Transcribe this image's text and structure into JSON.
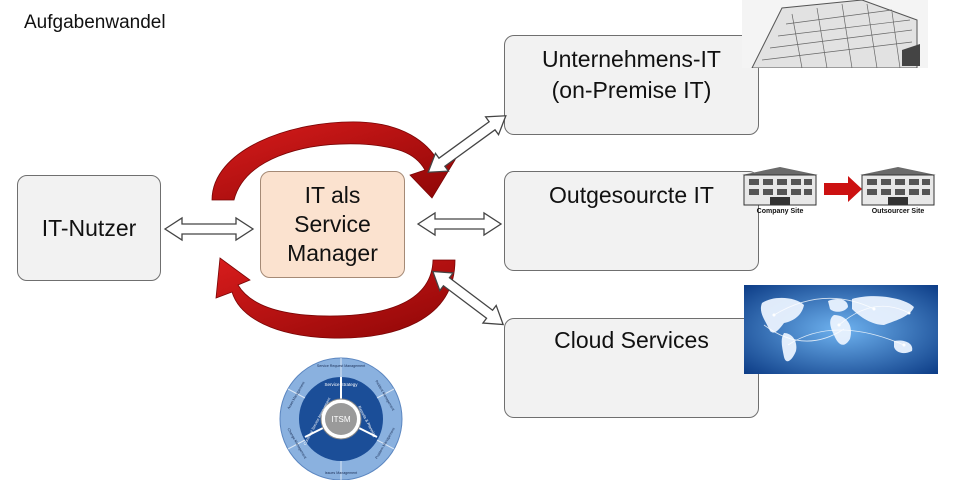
{
  "title": "Aufgabenwandel",
  "boxes": {
    "it_nutzer": "IT-Nutzer",
    "service_manager": {
      "line1": "IT als",
      "line2": "Service",
      "line3": "Manager"
    },
    "unternehmens_it": {
      "line1": "Unternehmens-IT",
      "line2": "(on-Premise IT)"
    },
    "outgesourcte_it": "Outgesourcte IT",
    "cloud_services": "Cloud Services"
  },
  "outsourcing_image": {
    "left_label": "Company Site",
    "right_label": "Outsourcer Site"
  },
  "itsm_wheel": {
    "center": "ITSM",
    "segments": [
      "Service Strategy",
      "Continual Service Improvement",
      "Reports & Planning"
    ],
    "outer_labels": [
      "Service Request Management",
      "Incident Management",
      "Problem Management",
      "Issues Management",
      "Change Management",
      "Asset Management"
    ]
  },
  "colors": {
    "cycle_arrow": "#b20a0a",
    "manager_box": "#fbe2cf",
    "box_fill": "#f2f2f2",
    "outsourcing_arrow": "#cc1111",
    "itsm_dark": "#1b4e98",
    "itsm_light": "#8ab1df"
  }
}
